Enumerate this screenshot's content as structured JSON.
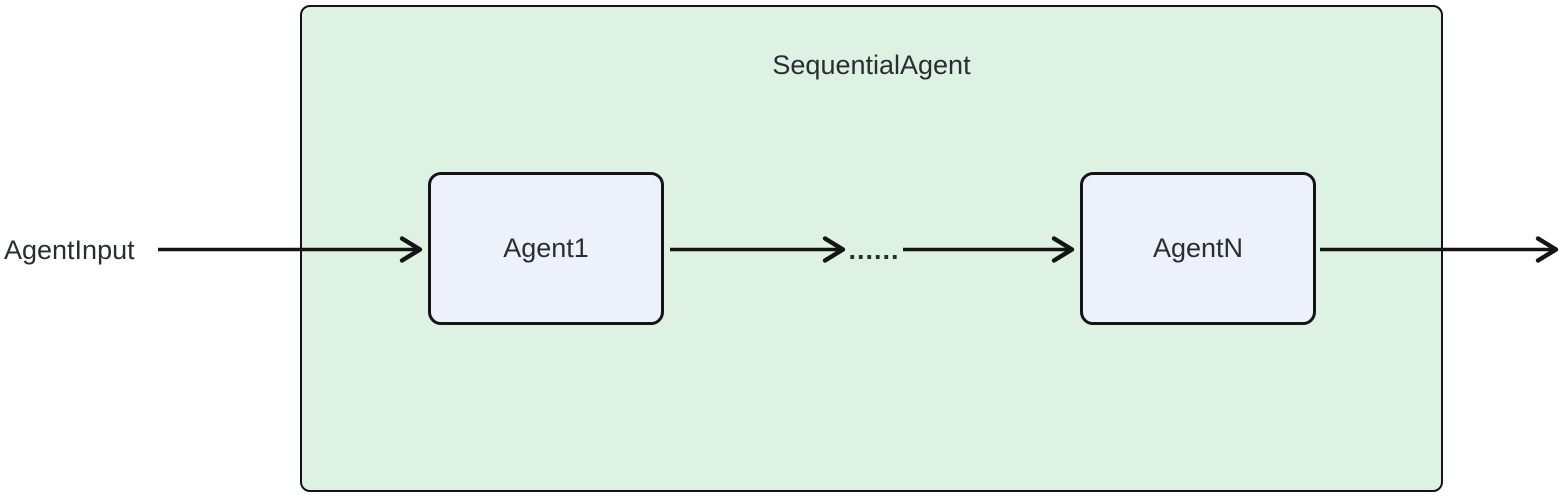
{
  "diagram": {
    "type": "flowchart",
    "direction": "left-to-right",
    "input_label": "AgentInput",
    "container": {
      "title": "SequentialAgent"
    },
    "nodes": [
      {
        "id": "agent1",
        "label": "Agent1"
      },
      {
        "id": "agentN",
        "label": "AgentN"
      }
    ],
    "ellipsis": "......",
    "edges": [
      {
        "from": "AgentInput",
        "to": "Agent1"
      },
      {
        "from": "Agent1",
        "to": "......"
      },
      {
        "from": "......",
        "to": "AgentN"
      },
      {
        "from": "AgentN",
        "to": "output"
      }
    ]
  },
  "colors": {
    "canvas-bg": "#ffffff",
    "container-fill": "#def2e3",
    "node-fill": "#edf1fb",
    "stroke": "#141414",
    "text": "#2a2e33"
  }
}
